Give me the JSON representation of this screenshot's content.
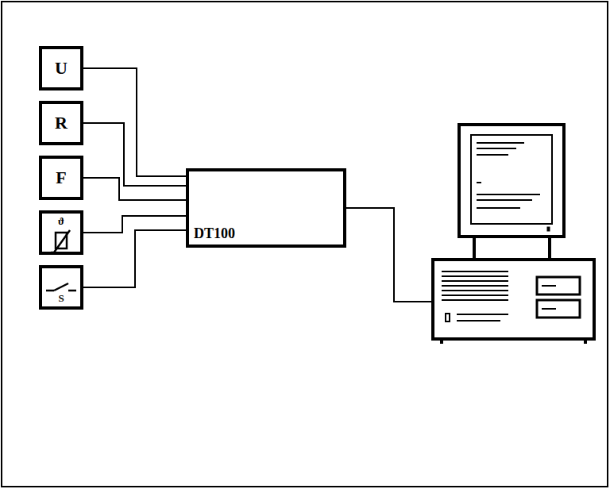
{
  "diagram": {
    "nodes": [
      {
        "text": [
          "U"
        ]
      },
      {
        "text": [
          "R"
        ]
      },
      {
        "text": [
          "F"
        ]
      },
      {
        "text": [
          "ϑ"
        ]
      },
      {
        "text": [
          "S"
        ]
      },
      {
        "text": [
          "DT100"
        ]
      }
    ],
    "edges": [
      {
        "from": 0,
        "to": 5,
        "arrow": "none"
      },
      {
        "from": 1,
        "to": 5,
        "arrow": "none"
      },
      {
        "from": 2,
        "to": 5,
        "arrow": "none"
      },
      {
        "from": 3,
        "to": 5,
        "arrow": "none"
      },
      {
        "from": 4,
        "to": 5,
        "arrow": "none"
      }
    ]
  }
}
